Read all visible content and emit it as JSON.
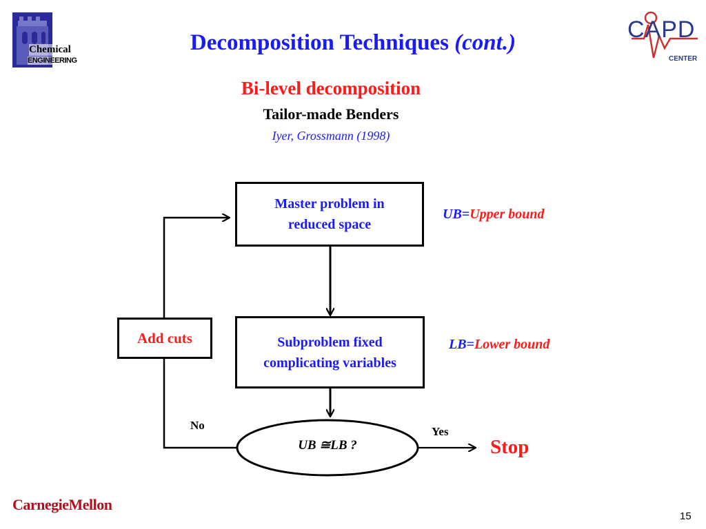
{
  "header": {
    "title_main": "Decomposition Techniques",
    "title_italic": "(cont.)",
    "subtitle": "Bi-level decomposition",
    "method": "Tailor-made Benders",
    "citation": "Iyer, Grossmann (1998)"
  },
  "logos": {
    "left_line1": "Chemical",
    "left_line2": "ENGINEERING",
    "right_main": "CAPD",
    "right_sub": "CENTER",
    "footer": "CarnegieMellon"
  },
  "flowchart": {
    "master_line1": "Master problem in",
    "master_line2": "reduced space",
    "sub_line1": "Subproblem fixed",
    "sub_line2": "complicating variables",
    "add_cuts": "Add cuts",
    "decision": "UB ≅LB ?",
    "no_label": "No",
    "yes_label": "Yes",
    "stop_label": "Stop"
  },
  "notes": {
    "ub_key": "UB=",
    "ub_value": "Upper bound",
    "lb_key": "LB=",
    "lb_value": "Lower bound"
  },
  "page_number": "15",
  "colors": {
    "blue": "#1a1aff",
    "red": "#ff1a1a",
    "logo_navy": "#1a1a80",
    "cmu_red": "#b01020"
  }
}
